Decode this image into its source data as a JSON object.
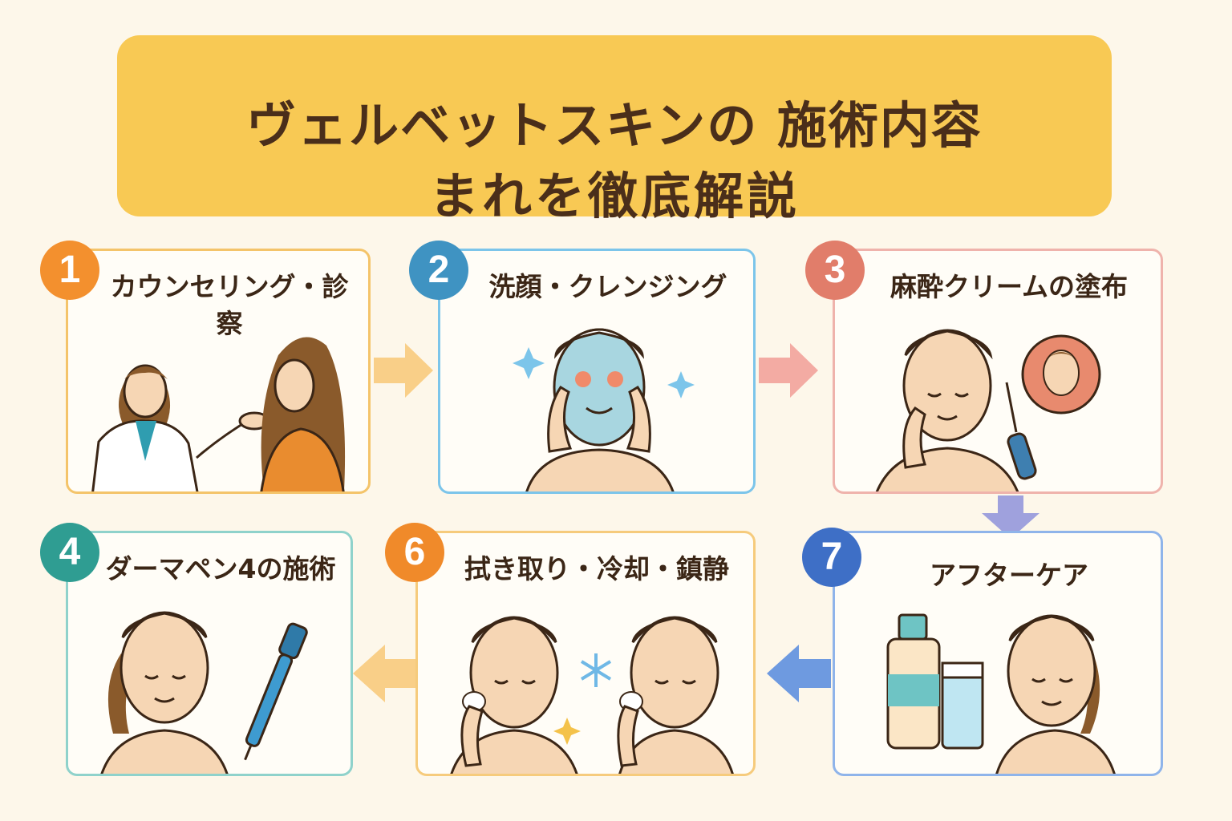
{
  "title": {
    "line1": "ヴェルベットスキンの 施術内容",
    "line2": "まれを徹底解説"
  },
  "steps": [
    {
      "number": "1",
      "label": "カウンセリング・診察",
      "color": "#f3902e"
    },
    {
      "number": "2",
      "label": "洗顔・クレンジング",
      "color": "#3f93c2"
    },
    {
      "number": "3",
      "label": "麻酔クリームの塗布",
      "color": "#e17d6a"
    },
    {
      "number": "4",
      "label": "ダーマペン4の施術",
      "color": "#2f9d92"
    },
    {
      "number": "6",
      "label": "拭き取り・冷却・鎮静",
      "color": "#f08a2a"
    },
    {
      "number": "7",
      "label": "アフターケア",
      "color": "#3e6fc6"
    }
  ],
  "colors": {
    "banner": "#f8c954",
    "title_text": "#4a2e1a",
    "background": "#fdf7ea",
    "skin": "#f6d6b4",
    "hair": "#8a5a2b",
    "headband": "#ffffff"
  }
}
